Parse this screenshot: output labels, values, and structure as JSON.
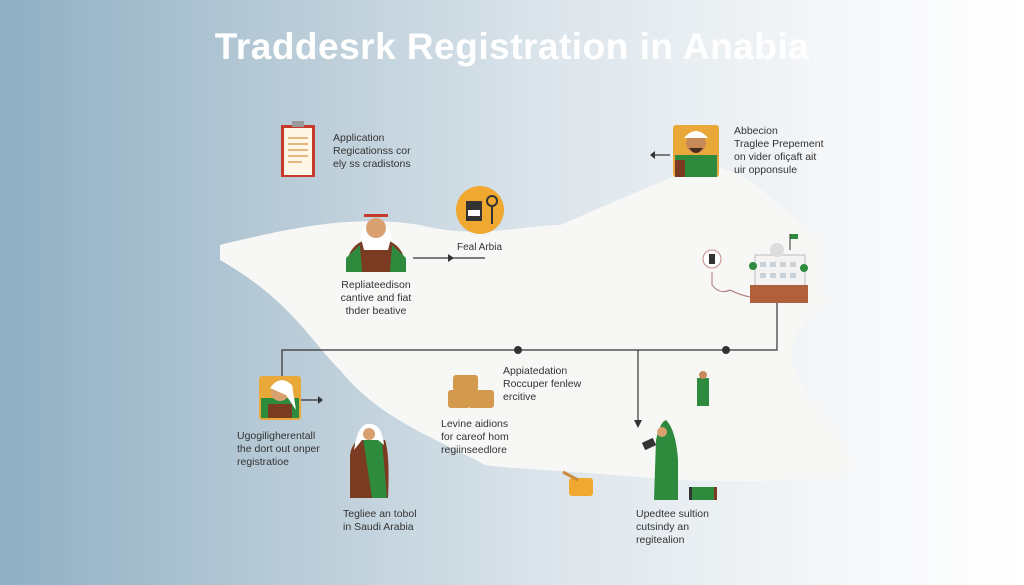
{
  "title": "Traddesrk Registration in Anabia",
  "colors": {
    "green": "#2e8b3e",
    "brown": "#7a3b22",
    "orange": "#f0a830",
    "map": "#f7f7f6"
  },
  "steps": [
    {
      "icon": "clipboard-icon",
      "lines": [
        "Application",
        "Regicationss cor",
        "ely ss cradistons"
      ]
    },
    {
      "icon": "man-portrait-icon",
      "lines": [
        "Abbecion",
        "Traglee Prepement",
        "on vider ofiçaft ait",
        "uir opponsule"
      ]
    },
    {
      "icon": "document-magnifier-icon",
      "lines": [
        "Feal Arbia"
      ]
    },
    {
      "icon": "man-seated-icon",
      "lines": [
        "Repliateedison",
        "cantive and fiat",
        "thder beative"
      ]
    },
    {
      "icon": "government-building-icon",
      "lines": []
    },
    {
      "icon": "man-portrait-icon",
      "lines": [
        "Ugogiligherentall",
        "the dort out onper",
        "registratioe"
      ]
    },
    {
      "icon": "coins-stack-icon",
      "lines": [
        "Appiatedation",
        "Roccuper fenlew",
        "ercitive"
      ]
    },
    {
      "icon": "coins-stack-icon",
      "lines": [
        "Levine aidions",
        "for careof hom",
        "regiinseedlore"
      ]
    },
    {
      "icon": "woman-figure-icon",
      "lines": [
        "Tegliee an tobol",
        "in Saudi Arabia"
      ]
    },
    {
      "icon": "woman-reading-icon",
      "lines": [
        "Upedtee sultion",
        "cutsindy an",
        "regitealion"
      ]
    }
  ]
}
